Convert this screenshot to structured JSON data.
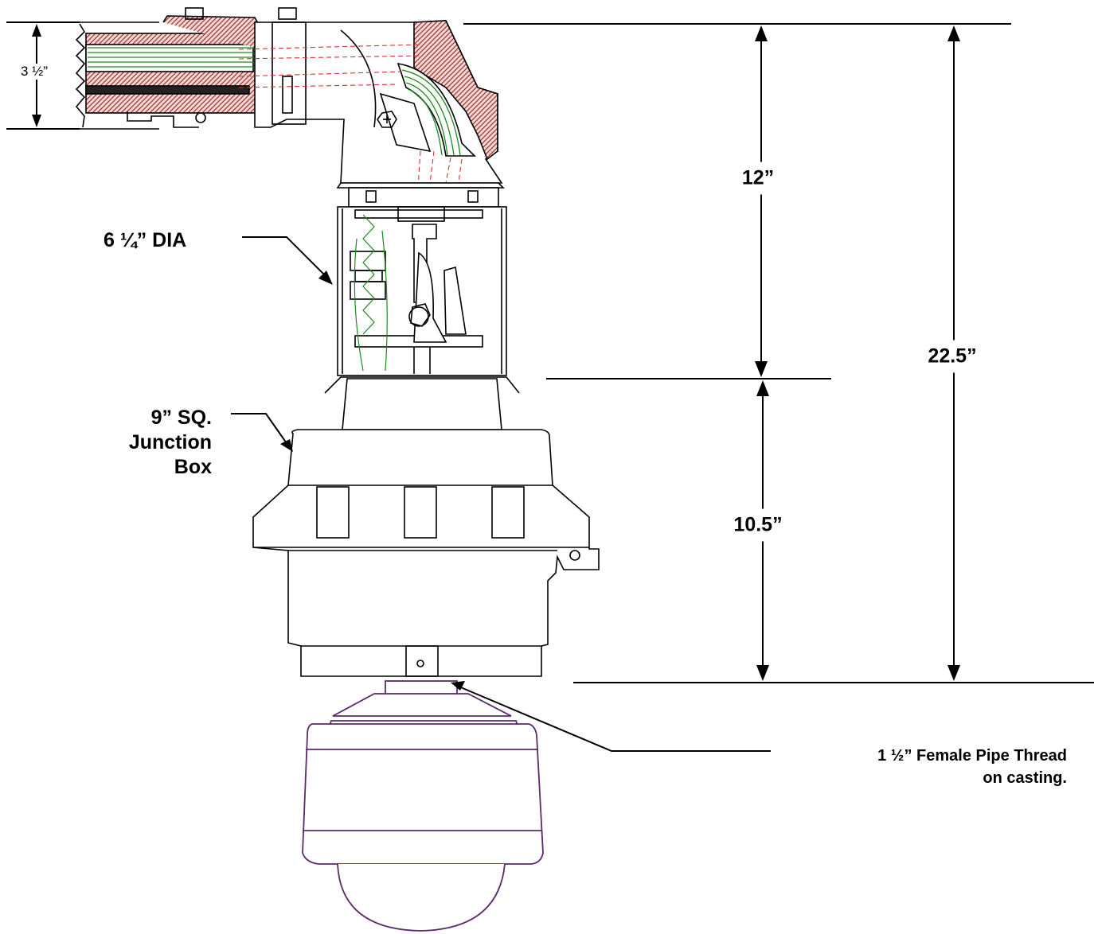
{
  "dimensions": {
    "pipe_height": "3 ½”",
    "upper_height": "12”",
    "lower_height": "10.5”",
    "total_height": "22.5”"
  },
  "callouts": {
    "diameter": "6 ¼” DIA",
    "junction_box_line1": "9” SQ.",
    "junction_box_line2": "Junction",
    "junction_box_line3": "Box",
    "pipe_thread_line1": "1 ½” Female Pipe Thread",
    "pipe_thread_line2": "on casting."
  },
  "colors": {
    "line": "#000000",
    "section_hatch": "#a03030",
    "hidden_line": "#e03030",
    "wire": "#1a8a1a",
    "camera": "#5a2a6a"
  }
}
